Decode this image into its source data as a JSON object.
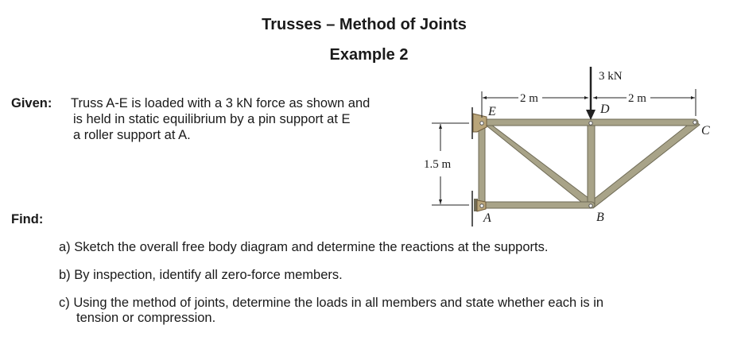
{
  "header": {
    "title": "Trusses – Method of Joints",
    "subtitle": "Example 2"
  },
  "given": {
    "label": "Given:",
    "lines": [
      "Truss A-E is loaded with a 3 kN force as shown and",
      "is held in static equilibrium by a pin support at E",
      "a roller support at A."
    ]
  },
  "find": {
    "label": "Find:",
    "items": [
      {
        "lines": [
          "a) Sketch the overall free body diagram and determine the reactions at the supports."
        ]
      },
      {
        "lines": [
          "b) By inspection, identify all zero-force members."
        ]
      },
      {
        "lines": [
          "c) Using the method of joints, determine the loads in all members and state whether each is in",
          "tension or compression."
        ]
      }
    ]
  },
  "figure": {
    "load_label": "3 kN",
    "dim_left": "2 m",
    "dim_right": "2 m",
    "dim_height": "1.5 m",
    "joints": {
      "A": "A",
      "B": "B",
      "C": "C",
      "D": "D",
      "E": "E"
    },
    "colors": {
      "member_fill": "#a8a388",
      "member_edge": "#6e6a55",
      "support": "#b9a57a",
      "line": "#222222"
    }
  }
}
